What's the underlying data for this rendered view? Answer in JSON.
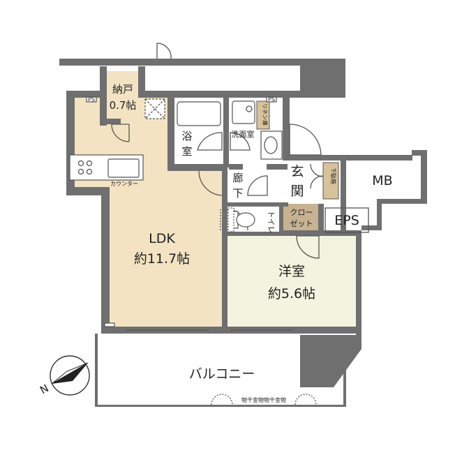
{
  "rooms": {
    "ldk": {
      "name": "LDK",
      "size": "約11.7帖"
    },
    "western": {
      "name": "洋室",
      "size": "約5.6帖"
    },
    "storage": {
      "name": "納戸",
      "size": "0.7帖"
    },
    "bath": {
      "line1": "浴",
      "line2": "室"
    },
    "washroom": "洗面室",
    "hall": {
      "line1": "廊",
      "line2": "下"
    },
    "toilet": "トイレ",
    "entrance": {
      "line1": "玄",
      "line2": "関"
    },
    "closet": {
      "line1": "クロー",
      "line2": "ゼット"
    },
    "mb": "MB",
    "eps": "EPS",
    "balcony": "バルコニー"
  },
  "fixtures": {
    "counter": "カウンター",
    "shoe_box": "下駄箱",
    "linen": "リネン庫",
    "laundry_hangers": "物干金物物干金物",
    "ps1": "PS",
    "ps2": "PS"
  },
  "compass": {
    "label": "N"
  },
  "colors": {
    "wall": "#6f6f6f",
    "ldk_floor": "#f3e3c3",
    "western_floor": "#f3f4df",
    "closet_floor": "#c7b291",
    "shoe_box": "#d8c29c"
  }
}
